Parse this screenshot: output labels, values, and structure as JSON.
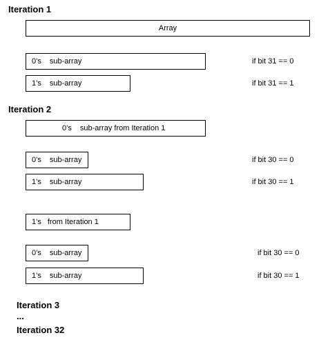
{
  "iteration1": {
    "heading": "Iteration 1",
    "array_box": "Array",
    "zeros": {
      "prefix": "0’s",
      "suffix": "sub-array",
      "condition": "if bit 31 == 0"
    },
    "ones": {
      "prefix": "1’s",
      "suffix": "sub-array",
      "condition": "if bit 31 == 1"
    }
  },
  "iteration2": {
    "heading": "Iteration 2",
    "from_zeros": {
      "prefix": "0’s",
      "suffix": "sub-array from Iteration 1"
    },
    "zeros_a": {
      "prefix": "0’s",
      "suffix": "sub-array",
      "condition": "if bit 30 == 0"
    },
    "ones_a": {
      "prefix": "1’s",
      "suffix": "sub-array",
      "condition": "if bit 30 == 1"
    },
    "from_ones": {
      "prefix": "1’s",
      "suffix": "from Iteration 1"
    },
    "zeros_b": {
      "prefix": "0’s",
      "suffix": "sub-array",
      "condition": "if bit 30 == 0"
    },
    "ones_b": {
      "prefix": "1’s",
      "suffix": "sub-array",
      "condition": "if bit 30 == 1"
    }
  },
  "iteration3": {
    "heading": "Iteration 3"
  },
  "ellipsis": "...",
  "iteration32": {
    "heading": "Iteration 32"
  }
}
